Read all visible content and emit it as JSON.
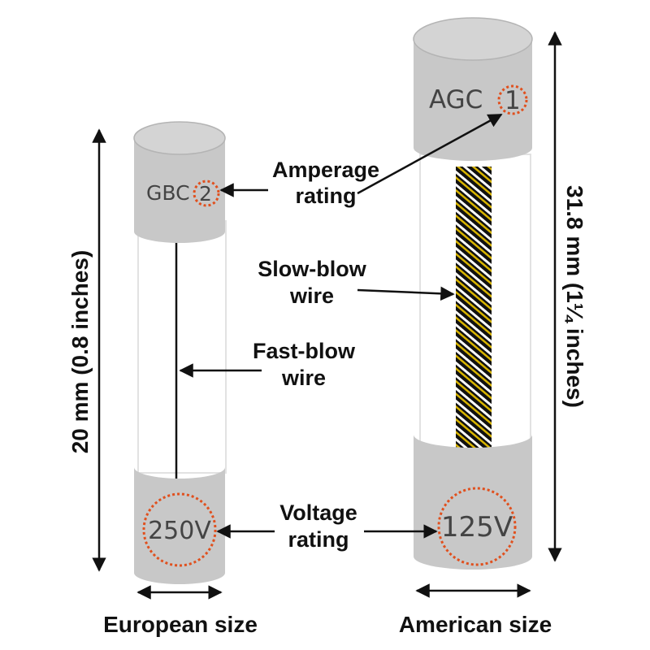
{
  "european": {
    "top_code": "GBC",
    "top_amp": "2",
    "voltage": "250V",
    "height_label": "20 mm (0.8 inches)",
    "size_label": "European size"
  },
  "american": {
    "top_code": "AGC",
    "top_amp": "1",
    "voltage": "125V",
    "height_label": "31.8 mm (1¼ inches)",
    "size_label": "American size"
  },
  "labels": {
    "amperage_line1": "Amperage",
    "amperage_line2": "rating",
    "slowblow_line1": "Slow-blow",
    "slowblow_line2": "wire",
    "fastblow_line1": "Fast-blow",
    "fastblow_line2": "wire",
    "voltage_line1": "Voltage",
    "voltage_line2": "rating"
  },
  "colors": {
    "cap": "#c8c8c8",
    "cap_edge": "#9a9a9a",
    "highlight_circle": "#e0501e",
    "wire_stripe": "#d8b400",
    "arrow": "#111111"
  }
}
